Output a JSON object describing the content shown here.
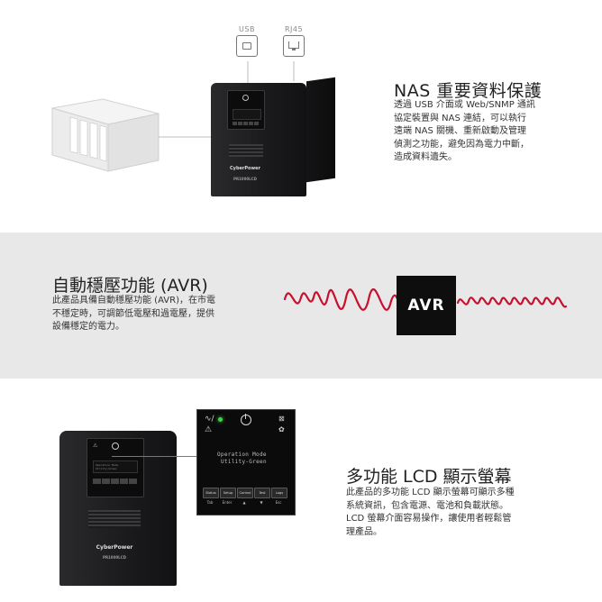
{
  "section_nas": {
    "ports": [
      {
        "label": "USB",
        "icon": "usb-port-icon"
      },
      {
        "label": "RJ45",
        "icon": "rj45-port-icon"
      }
    ],
    "title": "NAS 重要資料保護",
    "description_lines": [
      "透過 USB 介面或 Web/SNMP 通訊",
      "協定裝置與 NAS 連結，可以執行",
      "遠端 NAS 關機、重新啟動及管理",
      "偵測之功能，避免因為電力中斷，",
      "造成資料遺失。"
    ],
    "ups_brand": "CyberPower",
    "ups_model": "PR1000LCD"
  },
  "section_avr": {
    "title": "自動穩壓功能 (AVR)",
    "description_lines": [
      "此產品具備自動穩壓功能 (AVR)，在市電",
      "不穩定時，可調節低電壓和過電壓，提供",
      "設備穩定的電力。"
    ],
    "badge": "AVR",
    "wave_color": "#c8102e"
  },
  "section_lcd": {
    "title": "多功能 LCD 顯示螢幕",
    "description_lines": [
      "此產品的多功能 LCD 顯示螢幕可顯示多種",
      "系統資訊，包含電源、電池和負載狀態。",
      "LCD 螢幕介面容易操作，讓使用者輕鬆管",
      "理產品。"
    ],
    "lcd_screen_lines": [
      "Operation Mode",
      "Utility-Green"
    ],
    "lcd_buttons": [
      "Status",
      "Setup",
      "Control",
      "Test",
      "Logs"
    ],
    "lcd_button_labels": [
      "Tab",
      "Enter",
      "▲",
      "▼",
      "Esc"
    ],
    "ups_brand": "CyberPower",
    "ups_model": "PR1000LCD",
    "led_color": "#3fd34a"
  }
}
